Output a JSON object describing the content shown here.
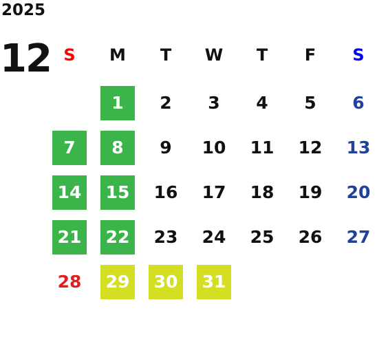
{
  "calendar": {
    "year": "2025",
    "month": "12",
    "weekdays": [
      "S",
      "M",
      "T",
      "W",
      "T",
      "F",
      "S"
    ],
    "colors": {
      "green": "#3bb54a",
      "lime": "#d4de22",
      "sunday": "#e02020",
      "saturday": "#22419a",
      "weekday_header_sunday": "#ff0000",
      "weekday_header_saturday": "#0000ff"
    },
    "weeks": [
      [
        null,
        {
          "d": "1",
          "s": "green"
        },
        {
          "d": "2"
        },
        {
          "d": "3"
        },
        {
          "d": "4"
        },
        {
          "d": "5"
        },
        {
          "d": "6"
        }
      ],
      [
        {
          "d": "7",
          "s": "green"
        },
        {
          "d": "8",
          "s": "green"
        },
        {
          "d": "9"
        },
        {
          "d": "10"
        },
        {
          "d": "11"
        },
        {
          "d": "12"
        },
        {
          "d": "13"
        }
      ],
      [
        {
          "d": "14",
          "s": "green"
        },
        {
          "d": "15",
          "s": "green"
        },
        {
          "d": "16"
        },
        {
          "d": "17"
        },
        {
          "d": "18"
        },
        {
          "d": "19"
        },
        {
          "d": "20"
        }
      ],
      [
        {
          "d": "21",
          "s": "green"
        },
        {
          "d": "22",
          "s": "green"
        },
        {
          "d": "23"
        },
        {
          "d": "24"
        },
        {
          "d": "25"
        },
        {
          "d": "26"
        },
        {
          "d": "27"
        }
      ],
      [
        {
          "d": "28"
        },
        {
          "d": "29",
          "s": "lime"
        },
        {
          "d": "30",
          "s": "lime"
        },
        {
          "d": "31",
          "s": "lime"
        },
        null,
        null,
        null
      ]
    ]
  }
}
